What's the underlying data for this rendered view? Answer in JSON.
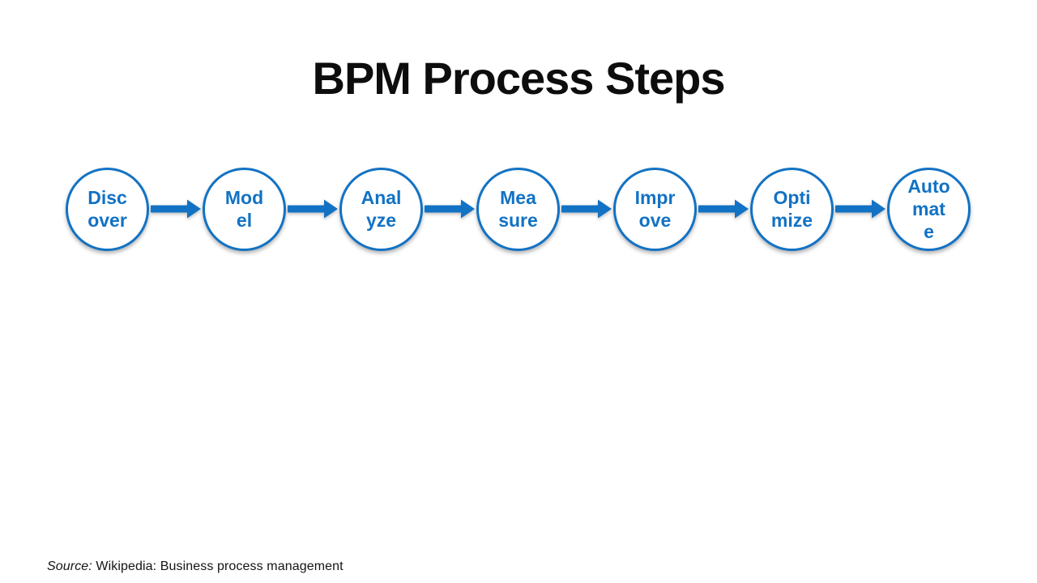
{
  "slide": {
    "title": "BPM Process Steps",
    "source": {
      "prefix": "Source:",
      "text": " Wikipedia: Business process management"
    }
  },
  "diagram": {
    "type": "process-flow",
    "direction": "left-to-right",
    "steps": [
      {
        "label": "Discover",
        "lines": [
          "Disc",
          "over"
        ]
      },
      {
        "label": "Model",
        "lines": [
          "Mod",
          "el"
        ]
      },
      {
        "label": "Analyze",
        "lines": [
          "Anal",
          "yze"
        ]
      },
      {
        "label": "Measure",
        "lines": [
          "Mea",
          "sure"
        ]
      },
      {
        "label": "Improve",
        "lines": [
          "Impr",
          "ove"
        ]
      },
      {
        "label": "Optimize",
        "lines": [
          "Opti",
          "mize"
        ]
      },
      {
        "label": "Automate",
        "lines": [
          "Auto",
          "mat",
          "e"
        ]
      }
    ],
    "colors": {
      "accent": "#1272C4",
      "node_fill": "#FFFFFF",
      "title_text": "#0D0D0D"
    }
  }
}
